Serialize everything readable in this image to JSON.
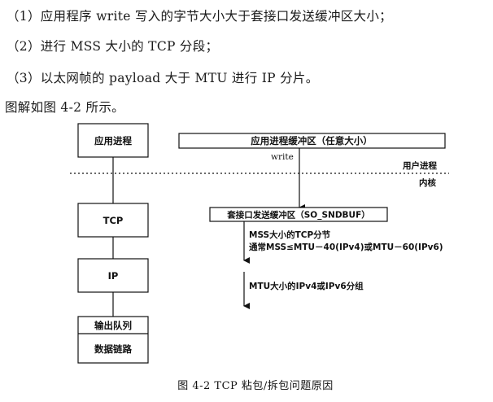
{
  "text_lines": {
    "line1": "（1）应用程序 write 写入的字节大小大于套接口发送缓冲区大小；",
    "line2": "（2）进行 MSS 大小的 TCP 分段；",
    "line3": "（3）以太网帧的 payload 大于 MTU 进行 IP 分片。",
    "line4": "图解如图 4-2 所示。"
  },
  "figure": {
    "left_boxes": {
      "app": "应用进程",
      "tcp": "TCP",
      "ip": "IP",
      "queue": "输出队列",
      "datalink": "数据链路"
    },
    "app_buffer": "应用进程缓冲区（任意大小）",
    "write_label": "write",
    "user_process": "用户进程",
    "kernel": "内核",
    "socket_buffer": "套接口发送缓冲区（SO_SNDBUF）",
    "mss_line1": "MSS大小的TCP分节",
    "mss_line2": "通常MSS≤MTU－40(IPv4)或MTU－60(IPv6)",
    "mtu_label": "MTU大小的IPv4或IPv6分组",
    "caption": "图 4-2    TCP 粘包/拆包问题原因"
  }
}
